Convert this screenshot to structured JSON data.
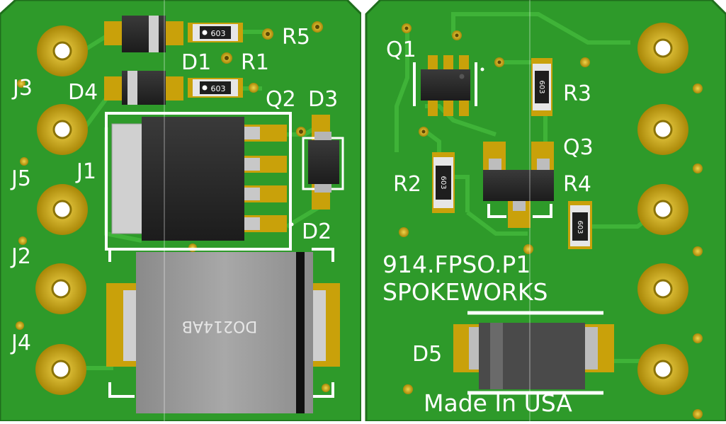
{
  "left_board": {
    "labels": {
      "r5": "R5",
      "d1": "D1",
      "r1": "R1",
      "j3": "J3",
      "d4": "D4",
      "q2": "Q2",
      "d3": "D3",
      "j5": "J5",
      "j1": "J1",
      "j2": "J2",
      "j4": "J4",
      "d2": "D2"
    },
    "resistor_marking_r5": "603",
    "resistor_marking_r1": "603",
    "inductor_marking": "DO214AB"
  },
  "right_board": {
    "labels": {
      "q1": "Q1",
      "r3": "R3",
      "q3": "Q3",
      "r2": "R2",
      "r4": "R4",
      "d5": "D5"
    },
    "resistor_marking_r3": "603",
    "resistor_marking_r2": "603",
    "resistor_marking_r4": "603",
    "silkscreen_line1": "914.FPSO.P1",
    "silkscreen_line2": "SPOKEWORKS",
    "silkscreen_bottom": "Made In USA"
  },
  "colors": {
    "board": "#2e9a2a",
    "board_dark": "#1f6e1c",
    "trace": "#3fb338",
    "gold": "#c9a10a",
    "gold_light": "#e3c43a",
    "silk": "#ffffff",
    "chip": "#2d2d2d"
  }
}
